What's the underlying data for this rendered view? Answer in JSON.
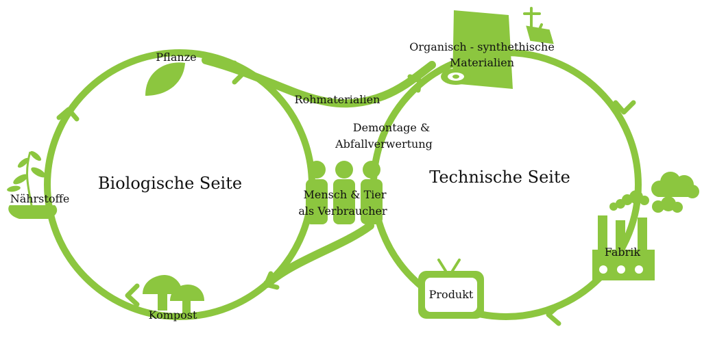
{
  "colors": {
    "accent": "#8cc63f",
    "text": "#111111",
    "background": "#ffffff"
  },
  "biological_side": {
    "title": "Biologische Seite",
    "nodes": {
      "plant": "Pflanze",
      "nutrients": "Nährstoffe",
      "compost": "Kompost"
    }
  },
  "technical_side": {
    "title": "Technische Seite",
    "nodes": {
      "materials_line1": "Organisch - synthethische",
      "materials_line2": "Materialien",
      "factory": "Fabrik",
      "product": "Produkt"
    }
  },
  "center": {
    "raw_materials": "Rohmaterialien",
    "disassembly_line1": "Demontage &",
    "disassembly_line2": "Abfallverwertung",
    "consumer_line1": "Mensch & Tier",
    "consumer_line2": "als Verbraucher"
  },
  "icons": {
    "plant": "leaf-icon",
    "nutrients": "sprout-icon",
    "compost": "mushroom-icon",
    "materials": "fabric-roll-icon",
    "spool": "thread-spool-icon",
    "factory": "factory-icon",
    "clouds": "cloud-icon",
    "product": "tv-icon",
    "consumers": "people-icon"
  }
}
